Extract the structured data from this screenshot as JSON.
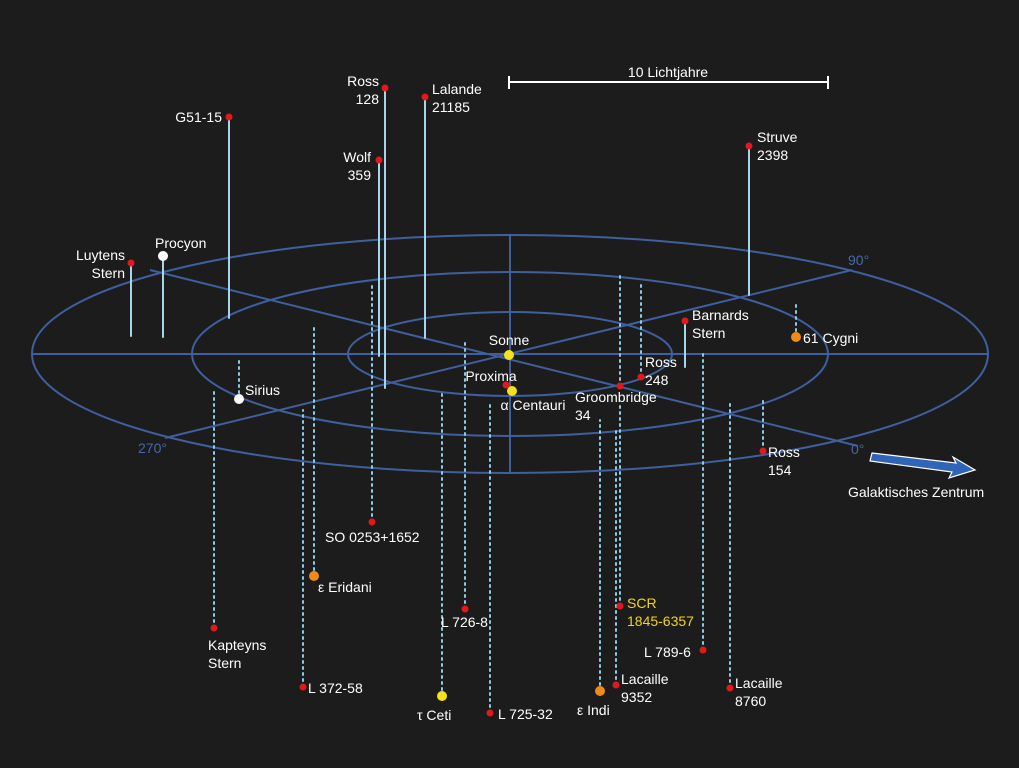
{
  "scale_bar": {
    "label": "10 Lichtjahre"
  },
  "angles": {
    "a0": "0°",
    "a90": "90°",
    "a270": "270°"
  },
  "galactic_center": {
    "label": "Galaktisches Zentrum"
  },
  "colors": {
    "background": "#1c1c1c",
    "ring": "#3f5f9f",
    "angle_label": "#4a66a8",
    "stem_above": "#a8d4ec",
    "stem_below": "#8ec8e2",
    "red_dwarf": "#e0191c",
    "orange_star": "#f08a16",
    "yellow_star": "#f6e21c",
    "white_star": "#ffffff",
    "label": "#ffffff",
    "highlight_label": "#f2d41a",
    "arrow": "#2f64b8"
  },
  "stars": [
    {
      "id": "sonne",
      "lines": [
        "Sonne"
      ],
      "type": "yellow"
    },
    {
      "id": "proxima",
      "lines": [
        "Proxima"
      ],
      "type": "red"
    },
    {
      "id": "alpha-centauri",
      "lines": [
        "α Centauri"
      ],
      "type": "yellow"
    },
    {
      "id": "ross-128",
      "lines": [
        "Ross",
        "128"
      ],
      "type": "red"
    },
    {
      "id": "lalande-21185",
      "lines": [
        "Lalande",
        "21185"
      ],
      "type": "red"
    },
    {
      "id": "g51-15",
      "lines": [
        "G51-15"
      ],
      "type": "red"
    },
    {
      "id": "wolf-359",
      "lines": [
        "Wolf",
        "359"
      ],
      "type": "red"
    },
    {
      "id": "struve-2398",
      "lines": [
        "Struve",
        "2398"
      ],
      "type": "red"
    },
    {
      "id": "luytens-stern",
      "lines": [
        "Luytens",
        "Stern"
      ],
      "type": "red"
    },
    {
      "id": "procyon",
      "lines": [
        "Procyon"
      ],
      "type": "white"
    },
    {
      "id": "sirius",
      "lines": [
        "Sirius"
      ],
      "type": "white"
    },
    {
      "id": "barnards-stern",
      "lines": [
        "Barnards",
        "Stern"
      ],
      "type": "red"
    },
    {
      "id": "61-cygni",
      "lines": [
        "61 Cygni"
      ],
      "type": "orange"
    },
    {
      "id": "ross-248",
      "lines": [
        "Ross",
        "248"
      ],
      "type": "red"
    },
    {
      "id": "groombridge-34",
      "lines": [
        "Groombridge",
        "34"
      ],
      "type": "red"
    },
    {
      "id": "ross-154",
      "lines": [
        "Ross",
        "154"
      ],
      "type": "red"
    },
    {
      "id": "so-0253-1652",
      "lines": [
        "SO 0253+1652"
      ],
      "type": "red"
    },
    {
      "id": "epsilon-eridani",
      "lines": [
        "ε Eridani"
      ],
      "type": "orange"
    },
    {
      "id": "kapteyns-stern",
      "lines": [
        "Kapteyns",
        "Stern"
      ],
      "type": "red"
    },
    {
      "id": "l-372-58",
      "lines": [
        "L 372-58"
      ],
      "type": "red"
    },
    {
      "id": "l-726-8",
      "lines": [
        "L 726-8"
      ],
      "type": "red"
    },
    {
      "id": "tau-ceti",
      "lines": [
        "τ Ceti"
      ],
      "type": "yellow"
    },
    {
      "id": "l-725-32",
      "lines": [
        "L 725-32"
      ],
      "type": "red"
    },
    {
      "id": "scr-1845-6357",
      "lines": [
        "SCR",
        "1845-6357"
      ],
      "type": "red",
      "highlight": true
    },
    {
      "id": "epsilon-indi",
      "lines": [
        "ε Indi"
      ],
      "type": "orange"
    },
    {
      "id": "lacaille-9352",
      "lines": [
        "Lacaille",
        "9352"
      ],
      "type": "red"
    },
    {
      "id": "l-789-6",
      "lines": [
        "L 789-6"
      ],
      "type": "red"
    },
    {
      "id": "lacaille-8760",
      "lines": [
        "Lacaille",
        "8760"
      ],
      "type": "red"
    }
  ]
}
